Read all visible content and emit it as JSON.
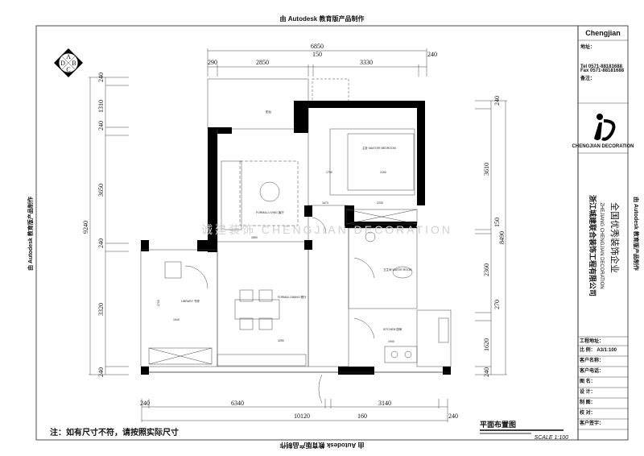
{
  "watermark": {
    "top": "由 Autodesk 教育版产品制作",
    "bottom": "由 Autodesk 教育版产品制作",
    "left": "由 Autodesk 教育版产品制作",
    "right": "由 Autodesk 教育版产品制作",
    "faint": "诚建装饰 CHENGJIAN DECORATION"
  },
  "compass": {
    "a": "A",
    "b": "B",
    "c": "C",
    "d": "D"
  },
  "dimensions": {
    "top_total": "6850",
    "top": [
      "290",
      "2850",
      "150",
      "3330",
      "240"
    ],
    "left_total": "9240",
    "left": [
      "240",
      "1310",
      "240",
      "3650",
      "240",
      "3320",
      "240"
    ],
    "right_total": "8490",
    "right": [
      "240",
      "3610",
      "150",
      "2360",
      "270",
      "1620",
      "240"
    ],
    "bottom_total": "10120",
    "bottom": [
      "240",
      "6340",
      "160",
      "3140",
      "240"
    ]
  },
  "rooms": {
    "living": "FORMAL LIVING 客厅",
    "bedroom": "主卧 MASTER BEDROOM",
    "balcony": "阳台",
    "library": "LIBRARY 书房",
    "dining": "FORMAL DINING 餐厅",
    "bath": "卫生间 WATER ROOM",
    "kitchen": "KITCHEN 厨房",
    "inner": {
      "w1": "1750",
      "w2": "2160",
      "w3": "1670",
      "w4": "2230",
      "w5": "2850",
      "w6": "4250",
      "w7": "1940",
      "w8": "2720",
      "w9": "1940"
    }
  },
  "note": "注：如有尺寸不符，请按照实际尺寸",
  "drawing_title": "平面布置图",
  "scale": "SCALE 1:100",
  "title_block": {
    "brand": "Chengjian",
    "address": "地址：",
    "tel": "Tel 0571-88181688",
    "fax": "Fax 0571-88181688",
    "remark": "备注：",
    "logo_caption": "CHENGJIAN DECORATION",
    "company_cn": "浙江城建联合装饰工程有限公司",
    "company_en": "ZHEJIANG CHENGJIAN DECORATION",
    "slogan": "全国优秀装饰企业",
    "fields": [
      "工程地址：",
      "比 例：  A3/1:100",
      "客户名称：",
      "客户电话：",
      "图 名：",
      "设 计：",
      "制 图：",
      "校 对：",
      "客户签字："
    ]
  }
}
